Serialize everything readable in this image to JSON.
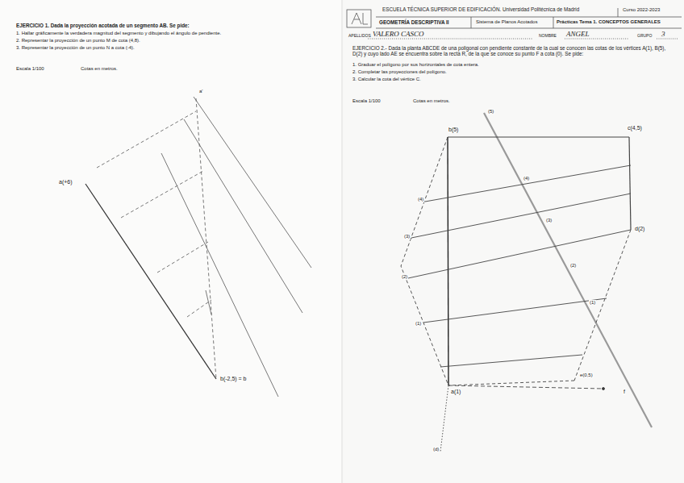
{
  "diagram": {
    "labels": [
      "EJERCICIO 1.  Dada la proyección acotada de un segmento AB. Se pide:",
      "1.   Hallar gráficamente la verdadera magnitud del segmento y dibujando el ángulo de pendiente.",
      "2.   Representar la proyección de un punto M de cota (4,8).",
      "3.   Representar la proyección de un punto N a cota (-4).",
      "Escala 1/100",
      "Cotas en metros.",
      "a(+6)",
      "b(-2,5) = b",
      "a'",
      "ESCUELA TÉCNICA SUPERIOR DE EDIFICACIÓN. Universidad Politécnica de Madrid",
      "Curso 2022-2023",
      "GEOMETRÍA DESCRIPTIVA II",
      "Sistema de Planos Acotados",
      "Prácticas Tema 1. CONCEPTOS GENERALES",
      "APELLIDOS",
      "VALERO CASCO",
      "NOMBRE",
      "ANGEL",
      "GRUPO",
      "3",
      "EJERCICIO 2.- Dada la planta ABCDE de una poligonal con pendiente constante de la cual se conocen las cotas de los vértices A(1), B(5), D(2) y cuyo lado AE se encuentra sobre la recta R, de la que se conoce su punto F a cota (0). Se pide:",
      "1.   Graduar el polígono por sus horizontales de cota entera.",
      "2.   Completar las proyecciones del polígono.",
      "3.   Calcular la cota del vértice C.",
      "Escala 1/100",
      "Cotas en metros.",
      "b(5)",
      "c(4,5)",
      "d(2)",
      "a(1)",
      "f",
      "e(0,5)",
      "(d)",
      "(5)",
      "(4)",
      "(3)",
      "(2)",
      "(1)",
      "(4)",
      "(3)",
      "(2)",
      "(1)"
    ]
  }
}
